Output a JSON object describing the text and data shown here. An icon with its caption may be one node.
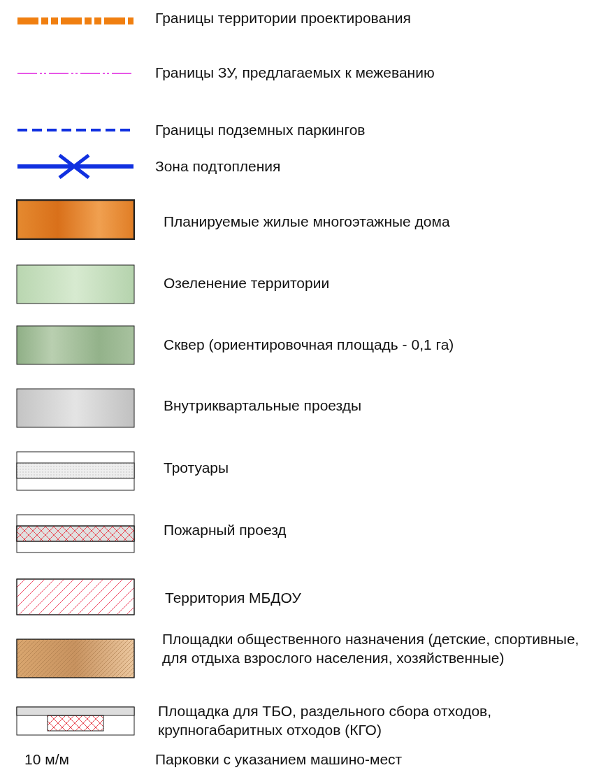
{
  "diagram": {
    "legend": [
      {
        "text": "Границы территории проектирования"
      },
      {
        "text": "Границы ЗУ, предлагаемых к межеванию"
      },
      {
        "text": "Границы подземных паркингов"
      },
      {
        "text": "Зона подтопления"
      },
      {
        "text": "Планируемые жилые многоэтажные дома"
      },
      {
        "text": "Озеленение территории"
      },
      {
        "text": "Сквер (ориентировочная площадь - 0,1 га)"
      },
      {
        "text": "Внутриквартальные проезды"
      },
      {
        "text": "Тротуары"
      },
      {
        "text": "Пожарный проезд"
      },
      {
        "text": "Территория МБДОУ"
      },
      {
        "text": "Площадки общественного назначения (детские, спортивные, для отдыха взрослого населения, хозяйственные)"
      },
      {
        "text": "Площадка для ТБО, раздельного сбора отходов, крупногабаритных отходов (КГО)"
      },
      {
        "text": "Парковки с указанием машино-мест"
      }
    ],
    "labels": [
      "10 м/м"
    ]
  }
}
